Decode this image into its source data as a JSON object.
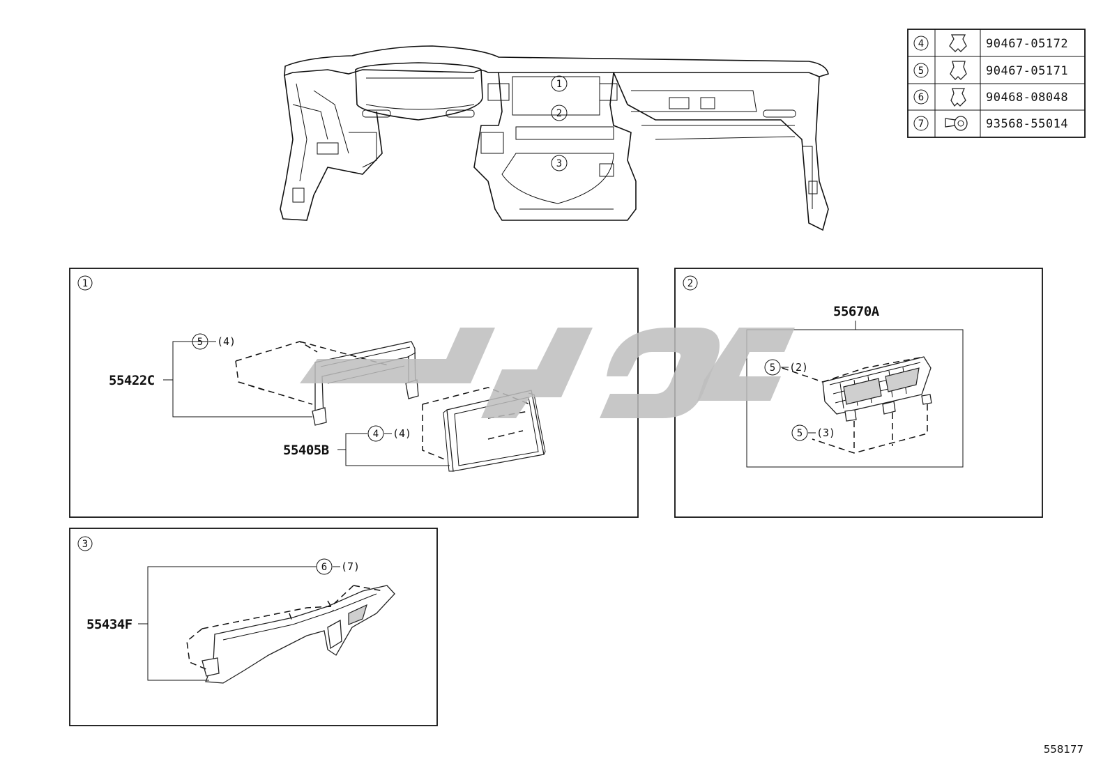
{
  "fastener_table": [
    {
      "ref": "4",
      "icon": "clip-icon",
      "part_no": "90467-05172"
    },
    {
      "ref": "5",
      "icon": "clip-icon",
      "part_no": "90467-05171"
    },
    {
      "ref": "6",
      "icon": "clip-icon",
      "part_no": "90468-08048"
    },
    {
      "ref": "7",
      "icon": "screw-icon",
      "part_no": "93568-55014"
    }
  ],
  "overview": {
    "callouts": [
      "1",
      "2",
      "3"
    ]
  },
  "detail_1": {
    "id": "1",
    "bracket_part": "55422C",
    "bracket_fastener": {
      "ref": "5",
      "qty": "(4)"
    },
    "bezel_part": "55405B",
    "bezel_fastener": {
      "ref": "4",
      "qty": "(4)"
    }
  },
  "detail_2": {
    "id": "2",
    "register_part": "55670A",
    "upper_fastener": {
      "ref": "5",
      "qty": "(2)"
    },
    "lower_fastener": {
      "ref": "5",
      "qty": "(3)"
    }
  },
  "detail_3": {
    "id": "3",
    "cover_part": "55434F",
    "cover_fastener": {
      "ref": "6",
      "qty": "(7)"
    }
  },
  "illustration_no": "558177",
  "colors": {
    "line": "#111111",
    "watermark": "#bdbdbd"
  }
}
